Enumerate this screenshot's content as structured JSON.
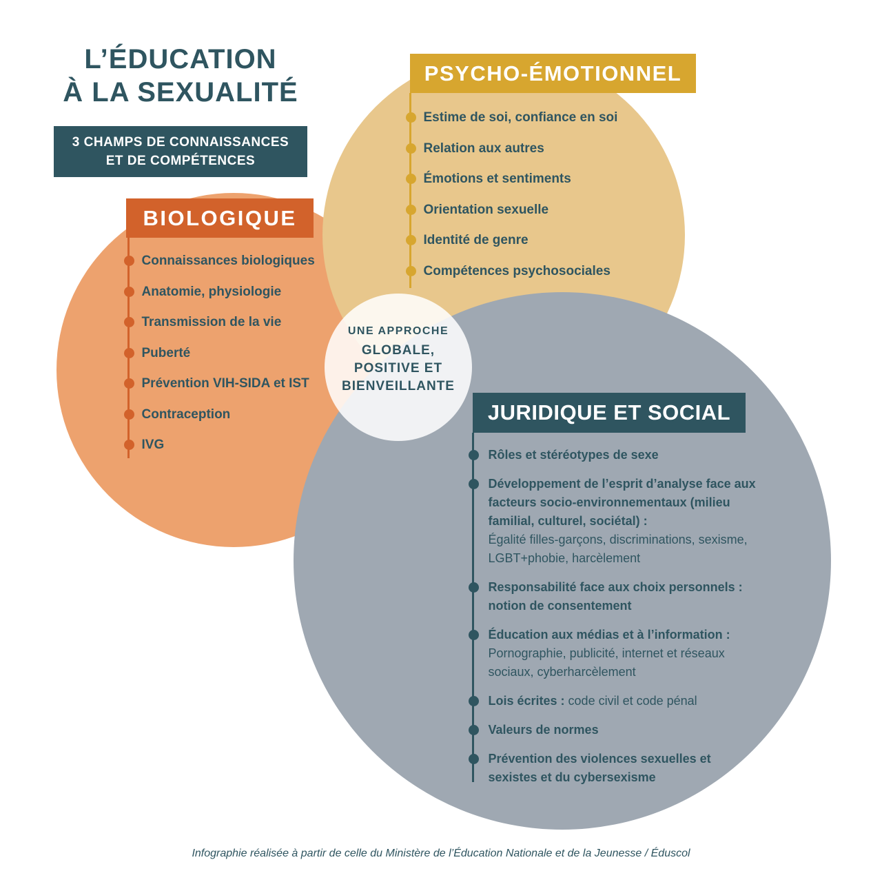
{
  "title": {
    "line1": "L’ÉDUCATION",
    "line2": "À LA SEXUALITÉ"
  },
  "subtitle_box": {
    "line1": "3 CHAMPS DE CONNAISSANCES",
    "line2": "ET DE COMPÉTENCES"
  },
  "center_circle": {
    "intro": "UNE APPROCHE",
    "line1": "GLOBALE,",
    "line2": "POSITIVE ET",
    "line3": "BIENVEILLANTE"
  },
  "sections": {
    "biologique": {
      "label": "BIOLOGIQUE",
      "items": [
        "Connaissances biologiques",
        "Anatomie, physiologie",
        "Transmission de la vie",
        "Puberté",
        "Prévention VIH-SIDA et IST",
        "Contraception",
        "IVG"
      ]
    },
    "psycho_emotionnel": {
      "label": "PSYCHO-ÉMOTIONNEL",
      "items": [
        "Estime de soi, confiance en soi",
        "Relation aux autres",
        "Émotions et sentiments",
        "Orientation sexuelle",
        "Identité de genre",
        "Compétences psychosociales"
      ]
    },
    "juridique_social": {
      "label": "JURIDIQUE ET SOCIAL",
      "items": [
        {
          "strong": "Rôles et stéréotypes de sexe",
          "normal": "",
          "inline": false
        },
        {
          "strong": "Développement de l’esprit d’analyse face aux facteurs socio-environnementaux (milieu familial, culturel, sociétal) :",
          "normal": "Égalité filles-garçons, discriminations, sexisme, LGBT+phobie, harcèlement",
          "inline": false
        },
        {
          "strong": "Responsabilité face aux choix personnels : notion de consentement",
          "normal": "",
          "inline": false
        },
        {
          "strong": "Éducation aux médias et à l’information :",
          "normal": "Pornographie, publicité, internet et réseaux sociaux, cyberharcèlement",
          "inline": false
        },
        {
          "strong": "Lois écrites :",
          "normal": "code civil et code pénal",
          "inline": true
        },
        {
          "strong": "Valeurs de normes",
          "normal": "",
          "inline": false
        },
        {
          "strong": "Prévention des violences sexuelles et sexistes et du cybersexisme",
          "normal": "",
          "inline": false
        }
      ]
    }
  },
  "footer": "Infographie réalisée à partir de celle du Ministère de l’Éducation Nationale et de la Jeunesse / Éduscol",
  "colors": {
    "teal": "#2F5560",
    "orange": "#D2622B",
    "orange_light": "#EDA26E",
    "gold": "#D7A62F",
    "gold_light": "#E8C78C",
    "gray": "#9FA8B2",
    "center_overlay": "rgba(255,255,255,0.85)"
  }
}
